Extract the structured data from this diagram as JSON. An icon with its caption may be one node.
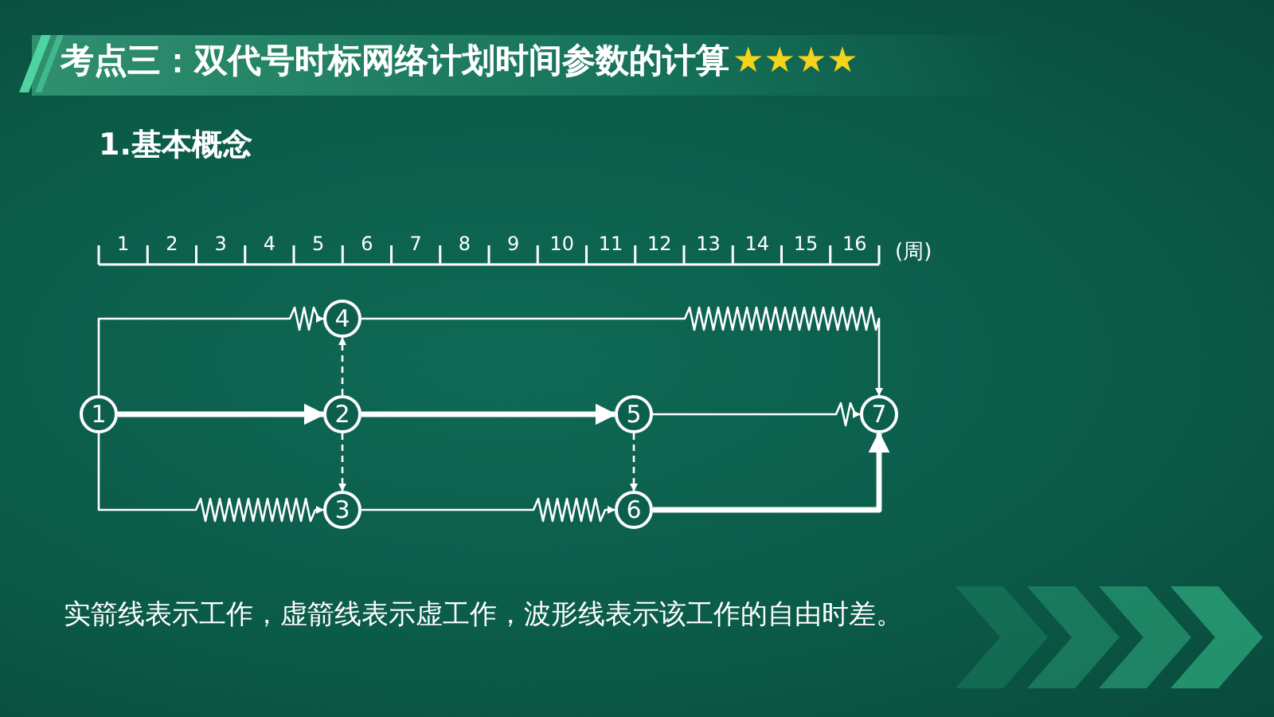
{
  "diagram": {
    "title": "考点三：双代号时标网络计划时间参数的计算",
    "nodes": [
      {
        "text": [
          "1"
        ]
      },
      {
        "text": [
          "4"
        ]
      },
      {
        "text": [
          "2"
        ]
      },
      {
        "text": [
          "5"
        ]
      },
      {
        "text": [
          "7"
        ]
      },
      {
        "text": [
          "3"
        ]
      },
      {
        "text": [
          "6"
        ]
      }
    ],
    "edges": [
      {
        "from": 0,
        "to": 1,
        "arrow": "to"
      },
      {
        "from": 0,
        "to": 2,
        "arrow": "to",
        "style": "thick"
      },
      {
        "from": 0,
        "to": 5,
        "arrow": "to"
      },
      {
        "from": 2,
        "to": 1,
        "arrow": "to",
        "style": "dashed"
      },
      {
        "from": 2,
        "to": 5,
        "arrow": "to",
        "style": "dashed"
      },
      {
        "from": 1,
        "to": 4,
        "arrow": "to"
      },
      {
        "from": 2,
        "to": 3,
        "arrow": "to",
        "style": "thick"
      },
      {
        "from": 5,
        "to": 6,
        "arrow": "to"
      },
      {
        "from": 3,
        "to": 4,
        "arrow": "to"
      },
      {
        "from": 3,
        "to": 6,
        "arrow": "to",
        "style": "dashed"
      },
      {
        "from": 6,
        "to": 4,
        "arrow": "to",
        "style": "thick"
      }
    ],
    "labels": [
      "★★★★",
      "1.基本概念",
      "1",
      "2",
      "3",
      "4",
      "5",
      "6",
      "7",
      "8",
      "9",
      "10",
      "11",
      "12",
      "13",
      "14",
      "15",
      "16",
      "(周)",
      "实箭线表示工作，虚箭线表示虚工作，波形线表示该工作的自由时差。"
    ]
  }
}
